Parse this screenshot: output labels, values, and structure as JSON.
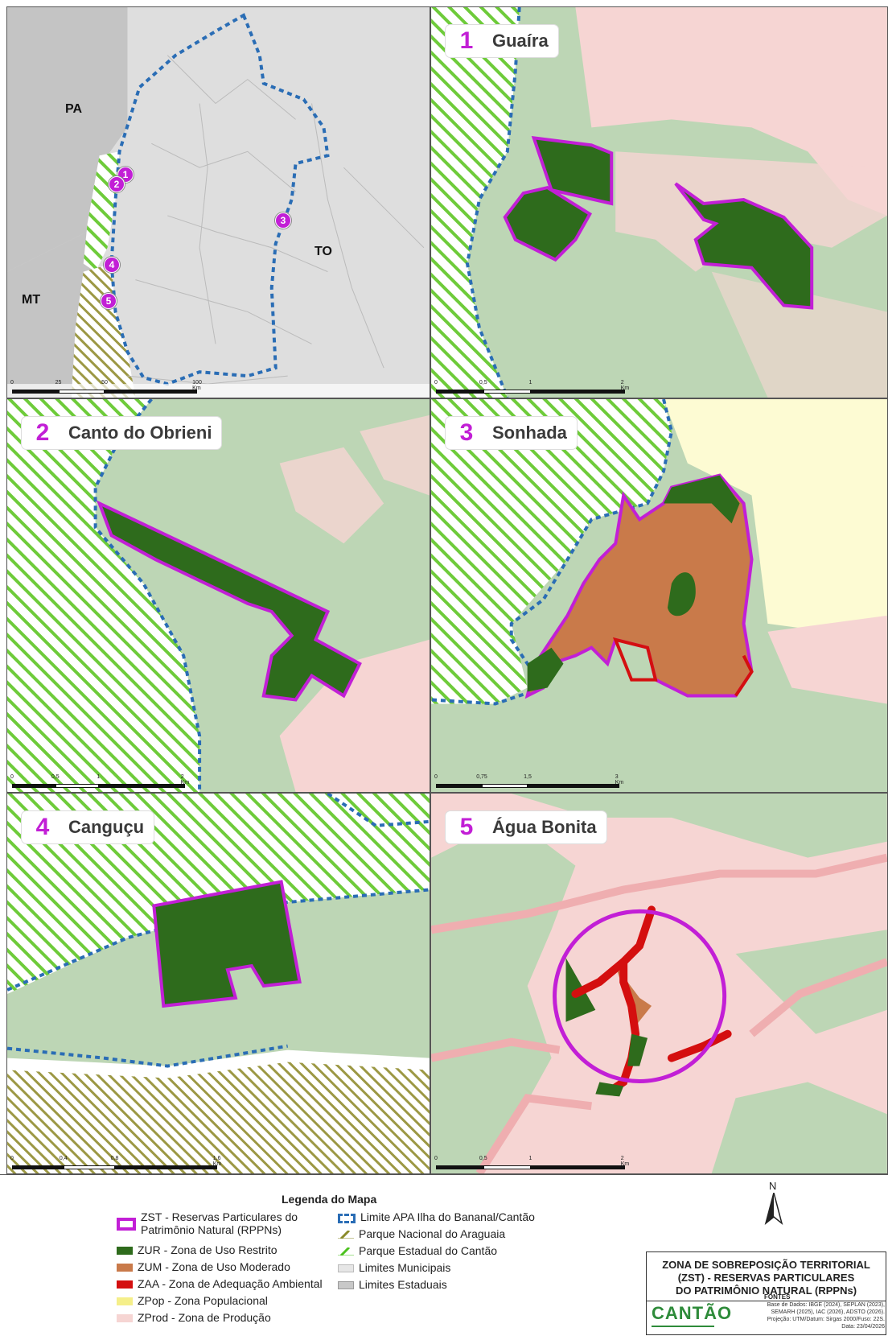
{
  "overview": {
    "labels": {
      "pa": "PA",
      "mt": "MT",
      "to": "TO"
    },
    "markers": [
      "1",
      "2",
      "3",
      "4",
      "5"
    ],
    "scale": [
      "0",
      "25",
      "50",
      "100 Km"
    ]
  },
  "panels": [
    {
      "number": "1",
      "name": "Guaíra",
      "scale": [
        "0",
        "0,5",
        "1",
        "2 Km"
      ]
    },
    {
      "number": "2",
      "name": "Canto do Obrieni",
      "scale": [
        "0",
        "0,5",
        "1",
        "2 Km"
      ]
    },
    {
      "number": "3",
      "name": "Sonhada",
      "scale": [
        "0",
        "0,75",
        "1,5",
        "3 Km"
      ]
    },
    {
      "number": "4",
      "name": "Canguçu",
      "scale": [
        "0",
        "0,4",
        "0,8",
        "1,6 Km"
      ]
    },
    {
      "number": "5",
      "name": "Água Bonita",
      "scale": [
        "0",
        "0,5",
        "1",
        "2 Km"
      ]
    }
  ],
  "legend": {
    "title": "Legenda do Mapa",
    "items_left": [
      {
        "label": "ZST - Reservas Particulares do",
        "label2": "Patrimônio Natural (RPPNs)",
        "color": "#c21fd6"
      },
      {
        "label": "ZUR - Zona de Uso Restrito",
        "color": "#2e6b1c"
      },
      {
        "label": "ZUM - Zona de Uso Moderado",
        "color": "#c97a4a"
      },
      {
        "label": "ZAA - Zona de Adequação Ambiental",
        "color": "#d40f0f"
      },
      {
        "label": "ZPop - Zona Populacional",
        "color": "#f5ef8a"
      },
      {
        "label": "ZProd - Zona de Produção",
        "color": "#f6d5d3"
      }
    ],
    "items_right": [
      {
        "label": "Limite APA Ilha do Bananal/Cantão",
        "color": "#2a6db5"
      },
      {
        "label": "Parque Nacional do Araguaia",
        "color": "#8a8a2a"
      },
      {
        "label": "Parque Estadual do Cantão",
        "color": "#4cc21f"
      },
      {
        "label": "Limites Municipais",
        "color": "#e6e6e6"
      },
      {
        "label": "Limites Estaduais",
        "color": "#c8c8c8"
      }
    ]
  },
  "north": "N",
  "title_box": {
    "line1": "ZONA DE SOBREPOSIÇÃO TERRITORIAL",
    "line2": "(ZST) - RESERVAS PARTICULARES",
    "line3": "DO PATRIMÔNIO NATURAL (RPPNs)",
    "fontes_head": "FONTES",
    "fontes_1": "Base de Dados: IBGE (2024), SEPLAN (2023),",
    "fontes_2": "SEMARH (2025), IAC (2026), ADSTO (2026).",
    "fontes_3": "Projeção: UTM/Datum: Sirgas 2000/Fuso: 22S.",
    "fontes_4": "Data: 23/04/2026",
    "logo_text": "CANTÃO"
  }
}
